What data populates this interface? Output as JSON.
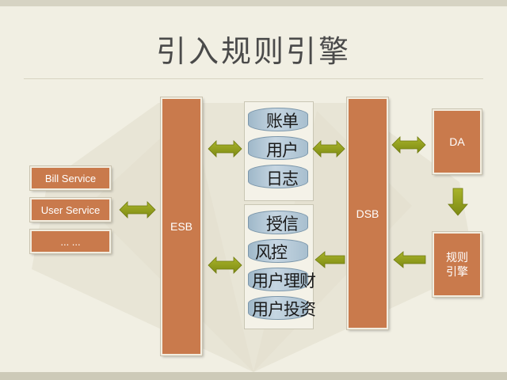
{
  "title": "引入规则引擎",
  "services": [
    "Bill Service",
    "User Service",
    "... ..."
  ],
  "esb_label": "ESB",
  "dsb_label": "DSB",
  "da_label": "DA",
  "rule_engine_label": "规则\n引擎",
  "top_stack": [
    "账单",
    "用户",
    "日志"
  ],
  "bottom_stack": [
    "授信",
    "风控",
    "用户理财",
    "用户投资"
  ],
  "colors": {
    "box": "#c97a4c",
    "arrow": "#8c9a1c",
    "cylinder": "#b4c8d6",
    "title": "#4a4a4a"
  }
}
